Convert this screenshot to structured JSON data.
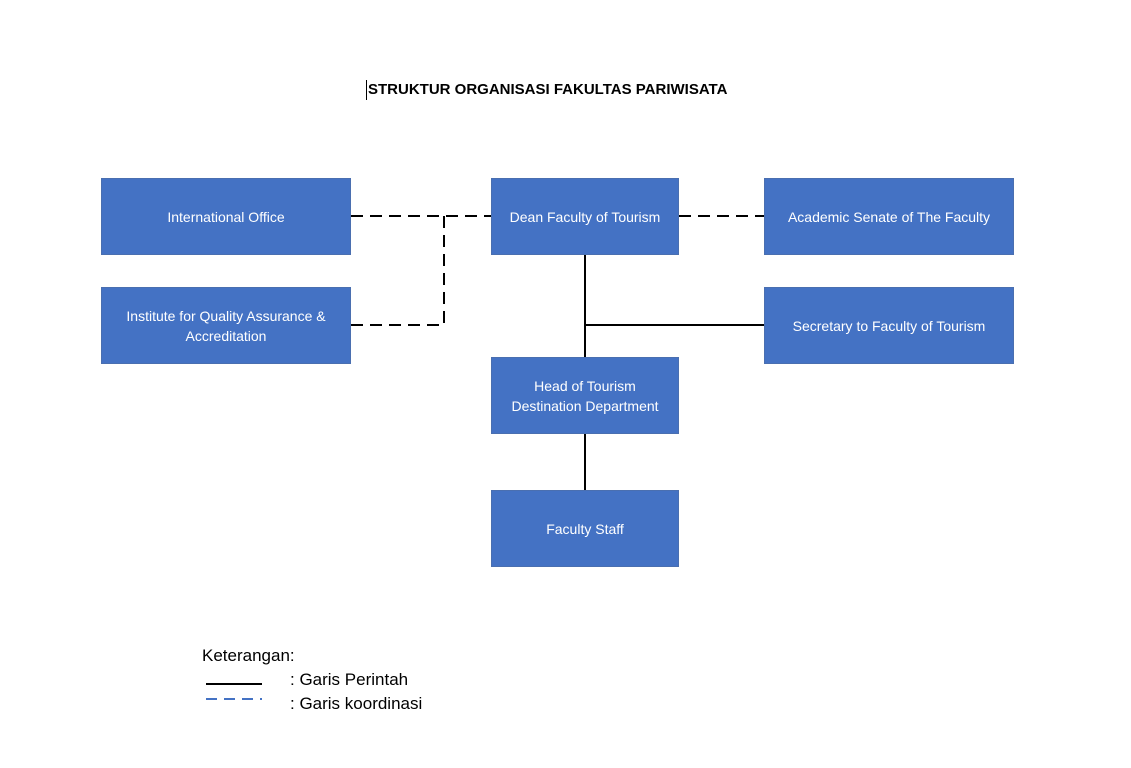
{
  "title": "STRUKTUR ORGANISASI FAKULTAS PARIWISATA",
  "boxes": {
    "international_office": "International Office",
    "dean": "Dean Faculty of Tourism",
    "academic_senate": "Academic Senate of The Faculty",
    "quality_assurance": "Institute for Quality Assurance &\nAccreditation",
    "secretary": "Secretary  to Faculty of Tourism",
    "head_department": "Head of Tourism\nDestination Department",
    "faculty_staff": "Faculty Staff"
  },
  "legend": {
    "title": "Keterangan:",
    "command_line": ": Garis Perintah",
    "coordination_line": ": Garis koordinasi"
  },
  "colors": {
    "box_fill": "#4472c4",
    "box_text": "#ffffff",
    "line": "#000000",
    "legend_dash": "#4472c4"
  }
}
